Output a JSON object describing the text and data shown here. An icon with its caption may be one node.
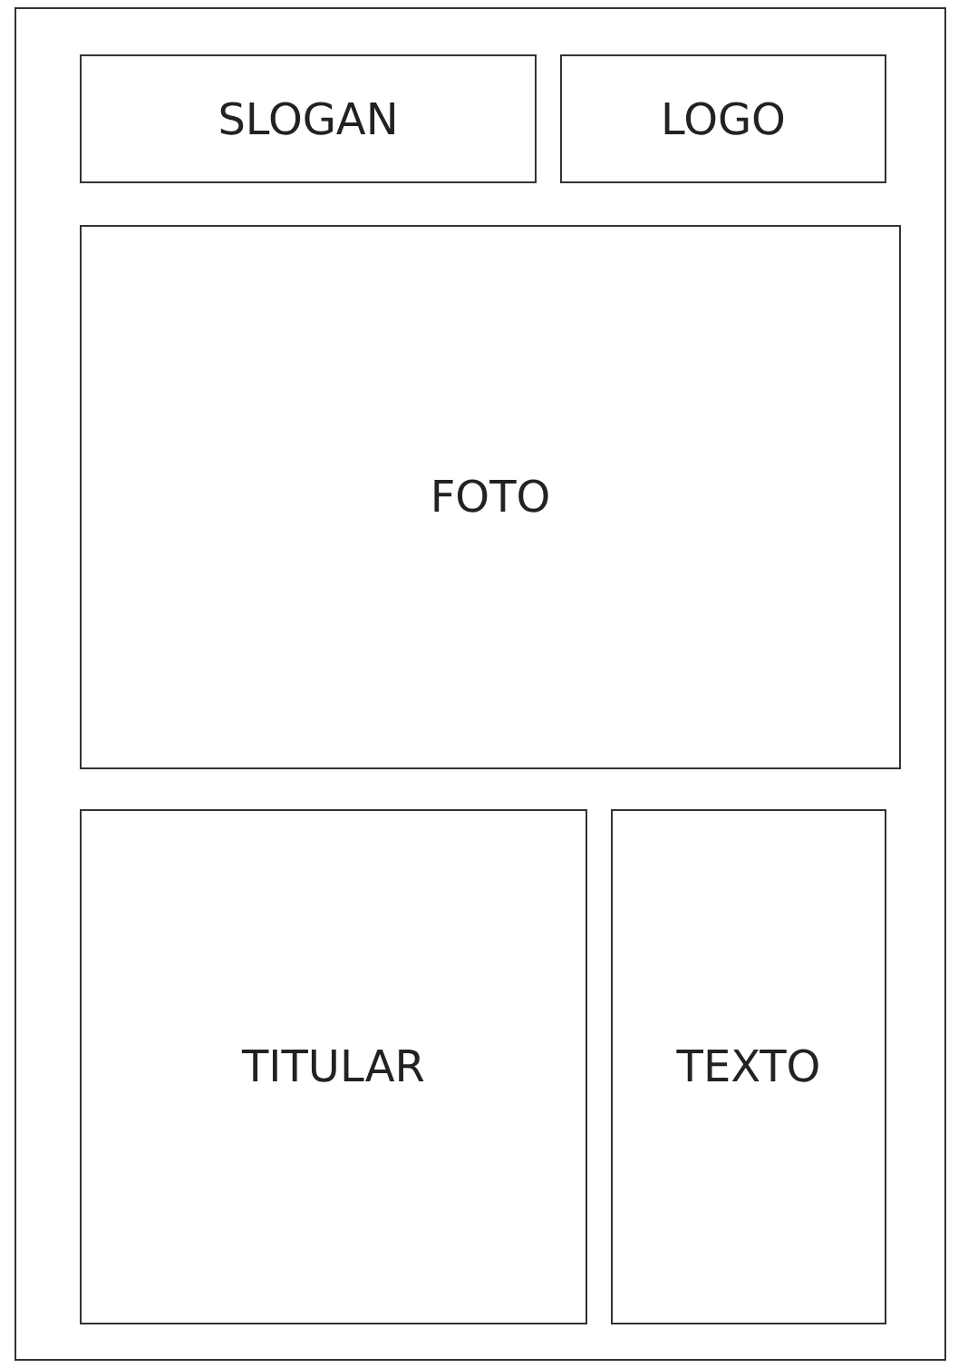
{
  "diagram": {
    "nodes": [
      {
        "text": [],
        "shape": "box"
      },
      {
        "text": [
          "SLOGAN"
        ],
        "in": 0
      },
      {
        "text": [
          "LOGO"
        ],
        "in": 0
      },
      {
        "text": [
          "FOTO"
        ],
        "in": 0
      },
      {
        "text": [
          "TITULAR"
        ],
        "in": 0
      },
      {
        "text": [
          "TEXTO"
        ],
        "in": 0
      }
    ]
  }
}
